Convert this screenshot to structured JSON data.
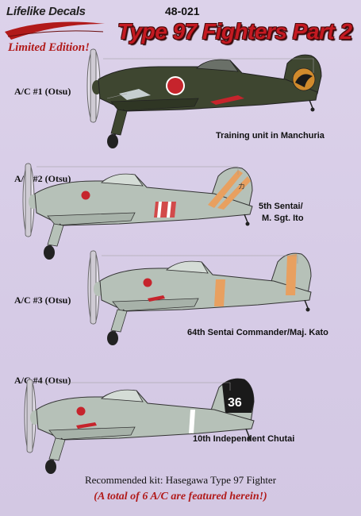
{
  "header": {
    "brand": "Lifelike Decals",
    "edition": "Limited Edition!",
    "code": "48-021",
    "title": "Type 97 Fighters Part 2"
  },
  "colors": {
    "background": "#d8cde7",
    "title_red": "#c41a22",
    "dark_green": "#3e4630",
    "light_gray_green": "#b6c1b8",
    "hinomaru_red": "#c6242c",
    "orange_stripe": "#e8a060"
  },
  "aircraft": [
    {
      "label": "A/C #1 (Otsu)",
      "caption": [
        "Training unit in Manchuria"
      ],
      "scheme": "dark-green"
    },
    {
      "label": "A/C #2 (Otsu)",
      "caption": [
        "5th Sentai/",
        "M. Sgt. Ito"
      ],
      "scheme": "gray-green"
    },
    {
      "label": "A/C #3 (Otsu)",
      "caption": [
        "64th Sentai Commander/Maj. Kato"
      ],
      "scheme": "gray-green"
    },
    {
      "label": "A/C #4 (Otsu)",
      "caption": [
        "10th Independent Chutai"
      ],
      "scheme": "gray-green",
      "tail_code": "36"
    }
  ],
  "footer": {
    "kit": "Recommended kit: Hasegawa  Type 97 Fighter",
    "total": "(A total of 6 A/C are featured herein!)"
  }
}
